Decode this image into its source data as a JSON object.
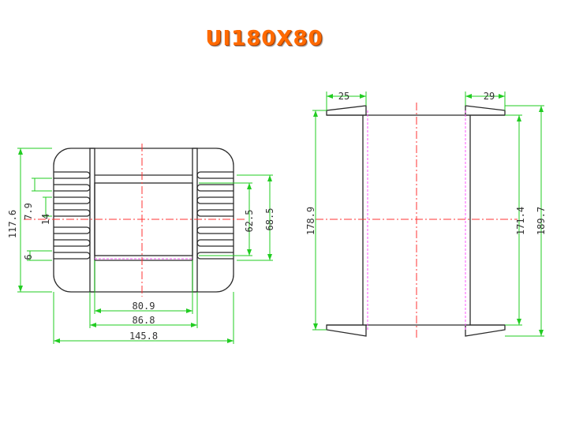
{
  "title": "UI180X80",
  "left_view": {
    "dims": {
      "overall_height": "117.6",
      "slot_pitch": "7.9",
      "slot_width": "14",
      "slot_small": "6",
      "inner_height": "62.5",
      "outer_height": "68.5",
      "inner_width": "80.9",
      "mid_width": "86.8",
      "overall_width": "145.8"
    }
  },
  "right_view": {
    "dims": {
      "flange_left": "25",
      "flange_right": "29",
      "overall_height": "178.9",
      "inner_height": "171.4",
      "max_height": "189.7"
    }
  },
  "colors": {
    "title": "#ff6a00",
    "outline": "#2a2a2a",
    "dimension": "#22cc22",
    "centerline": "#ff3333",
    "hidden_line": "#ff55ff"
  }
}
